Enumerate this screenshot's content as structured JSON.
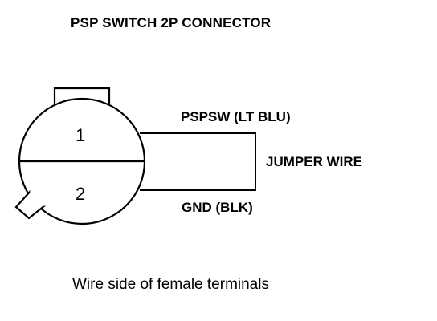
{
  "title": "PSP SWITCH 2P CONNECTOR",
  "connector": {
    "pins": [
      "1",
      "2"
    ]
  },
  "wires": {
    "top": "PSPSW (LT BLU)",
    "bottom": "GND (BLK)",
    "jumper": "JUMPER WIRE"
  },
  "caption": "Wire side of female terminals",
  "colors": {
    "line": "#000000",
    "background": "#ffffff"
  }
}
